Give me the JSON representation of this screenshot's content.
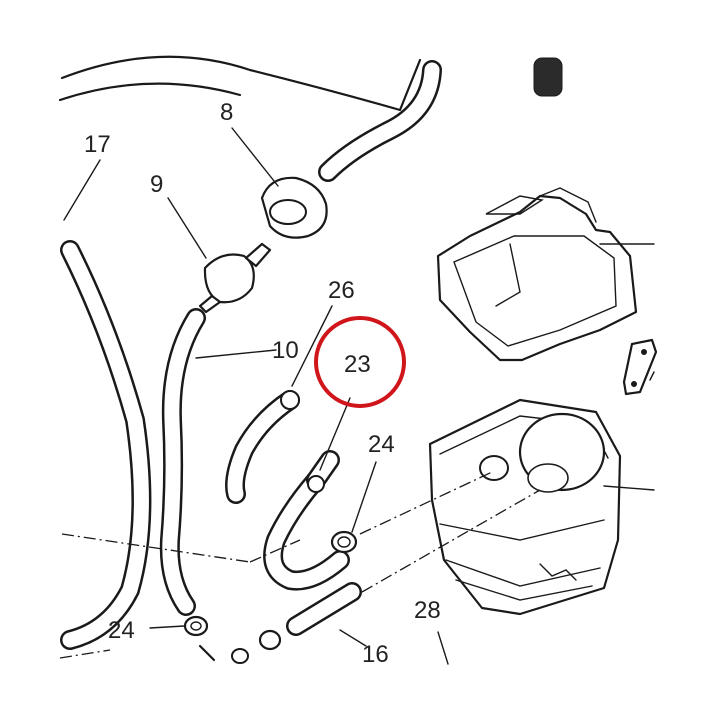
{
  "diagram": {
    "labels": {
      "l17": "17",
      "l8": "8",
      "l9": "9",
      "l26": "26",
      "l10": "10",
      "l23": "23",
      "l24a": "24",
      "l24b": "24",
      "l28": "28",
      "l16": "16"
    },
    "highlight_color": "#d0151b",
    "line_color": "#1a1a1a"
  }
}
